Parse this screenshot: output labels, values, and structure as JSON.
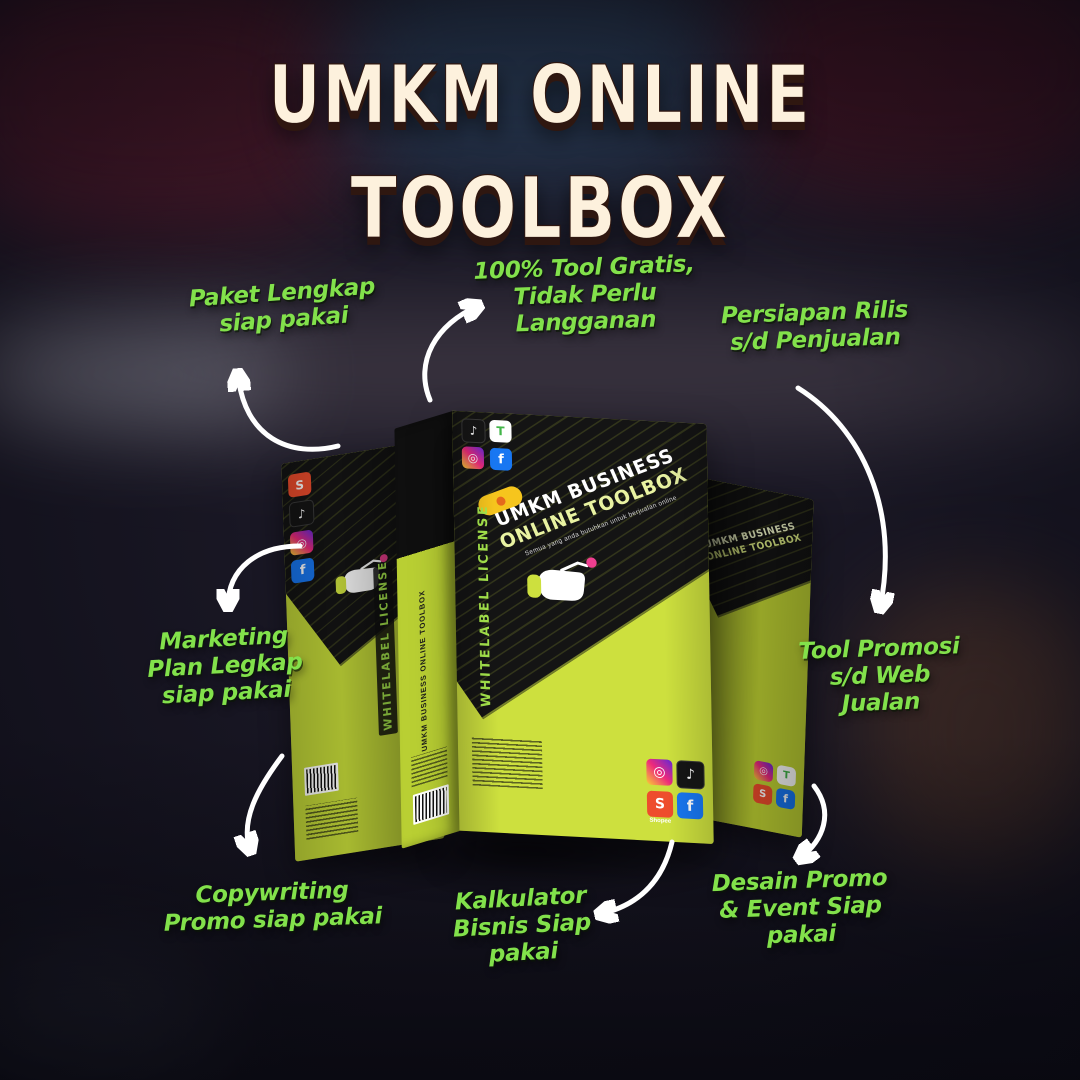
{
  "title": {
    "line1": "UMKM ONLINE",
    "line2": "TOOLBOX"
  },
  "callouts": {
    "paket": "Paket Lengkap\nsiap pakai",
    "gratis": "100% Tool Gratis,\nTidak Perlu\nLangganan",
    "rilis": "Persiapan Rilis\ns/d Penjualan",
    "marketing": "Marketing\nPlan Legkap\nsiap pakai",
    "tool_promosi": "Tool Promosi\ns/d Web\nJualan",
    "copywriting": "Copywriting\nPromo siap pakai",
    "kalkulator": "Kalkulator\nBisnis Siap\npakai",
    "desain": "Desain Promo\n& Event Siap\npakai"
  },
  "box": {
    "brand_line1": "UMKM BUSINESS",
    "brand_line2": "ONLINE TOOLBOX",
    "tagline": "Semua yang anda butuhkan untuk berjualan online",
    "whitelabel": "WHITELABEL LICENSE",
    "spine_text": "UMKM BUSINESS ONLINE TOOLBOX",
    "shopee_label": "Shopee"
  },
  "icons": {
    "instagram": {
      "glyph": "◎",
      "color": "#ee2a7b"
    },
    "facebook": {
      "glyph": "f",
      "color": "#1877f2"
    },
    "tiktok": {
      "glyph": "♪",
      "color": "#161616"
    },
    "shopee": {
      "glyph": "S",
      "color": "#ee4d2d"
    },
    "tokopedia": {
      "glyph": "T",
      "color": "#42b549"
    }
  },
  "colors": {
    "box_lime": "#cde03e",
    "callout_green": "#82e14b",
    "title_cream": "#fdf1dd",
    "title_shadow": "#2f1710",
    "background": "#191724",
    "arrow": "#ffffff"
  }
}
